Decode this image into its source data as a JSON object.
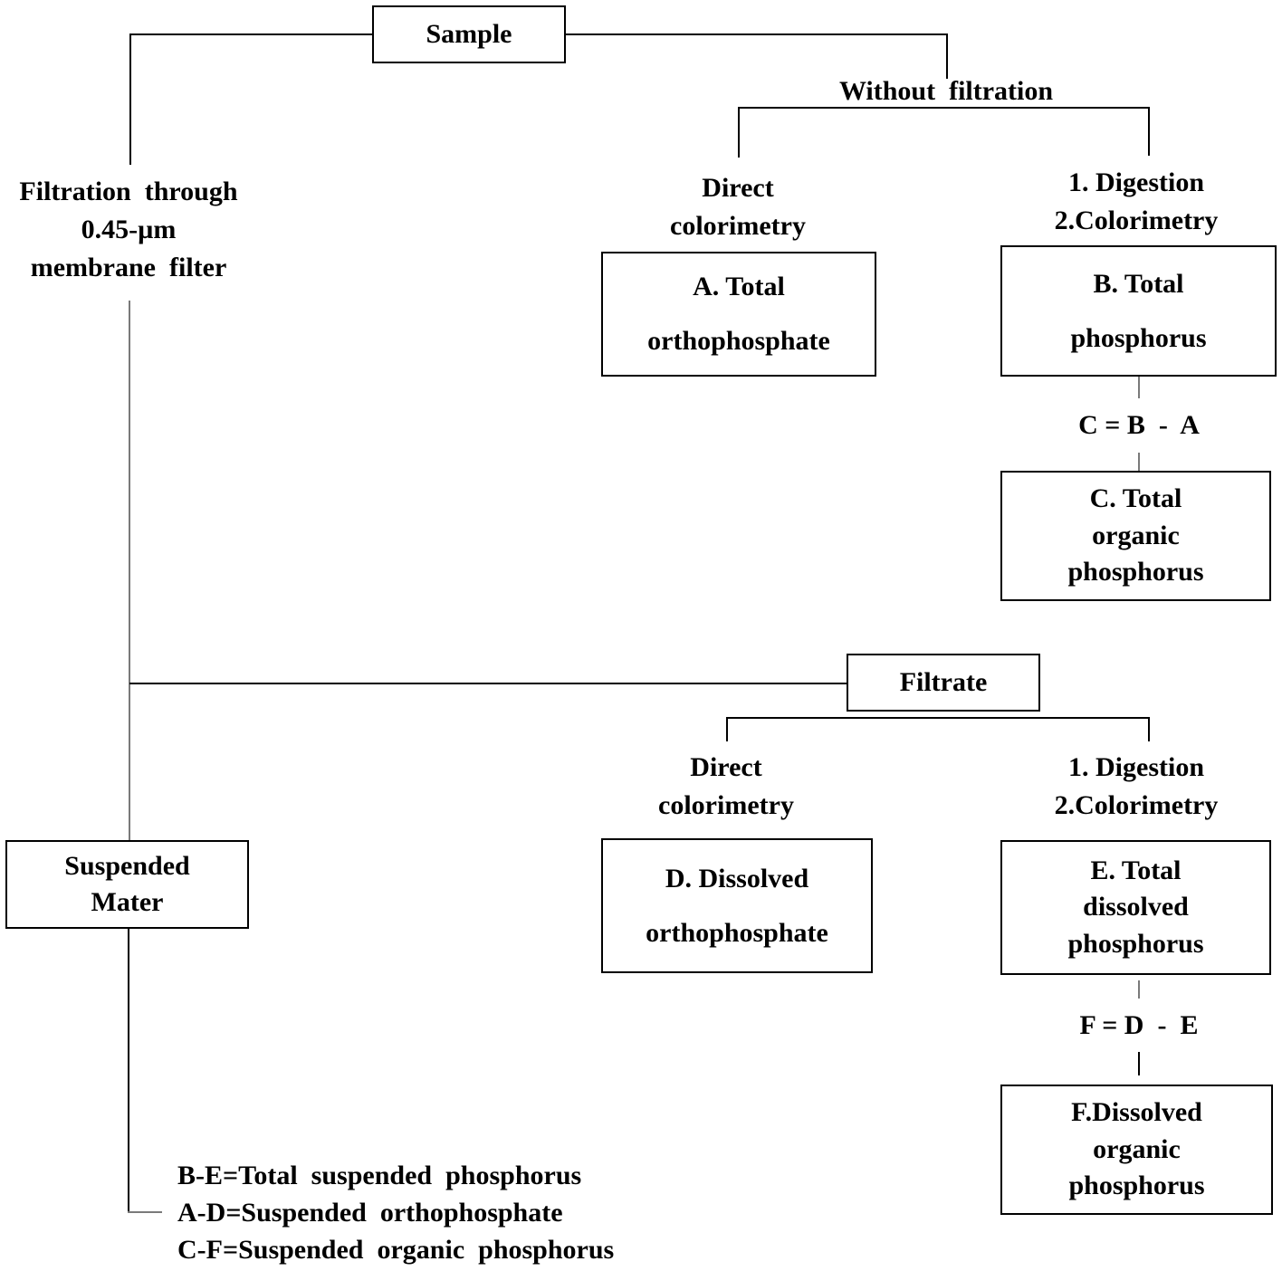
{
  "nodes": {
    "sample": "Sample",
    "without_filtration": "Without  filtration",
    "filtration": [
      "Filtration  through",
      "0.45-µm",
      "membrane  filter"
    ],
    "direct_colorimetry_top": [
      "Direct",
      "colorimetry"
    ],
    "digestion_top": [
      "1. Digestion",
      "2.Colorimetry"
    ],
    "box_a": [
      "A. Total",
      "orthophosphate"
    ],
    "box_b": [
      "B. Total",
      "phosphorus"
    ],
    "formula_c": "C = B  -  A",
    "box_c": [
      "C. Total",
      "organic",
      "phosphorus"
    ],
    "filtrate": "Filtrate",
    "direct_colorimetry_bottom": [
      "Direct",
      "colorimetry"
    ],
    "digestion_bottom": [
      "1. Digestion",
      "2.Colorimetry"
    ],
    "box_d": [
      "D. Dissolved",
      "orthophosphate"
    ],
    "box_e": [
      "E. Total",
      "dissolved",
      "phosphorus"
    ],
    "formula_f": "F = D  -  E",
    "box_f": [
      "F.Dissolved",
      "organic",
      "phosphorus"
    ],
    "suspended": [
      "Suspended",
      "Mater"
    ],
    "legend": [
      "B-E=Total  suspended  phosphorus",
      "A-D=Suspended  orthophosphate",
      "C-F=Suspended  organic  phosphorus"
    ]
  }
}
